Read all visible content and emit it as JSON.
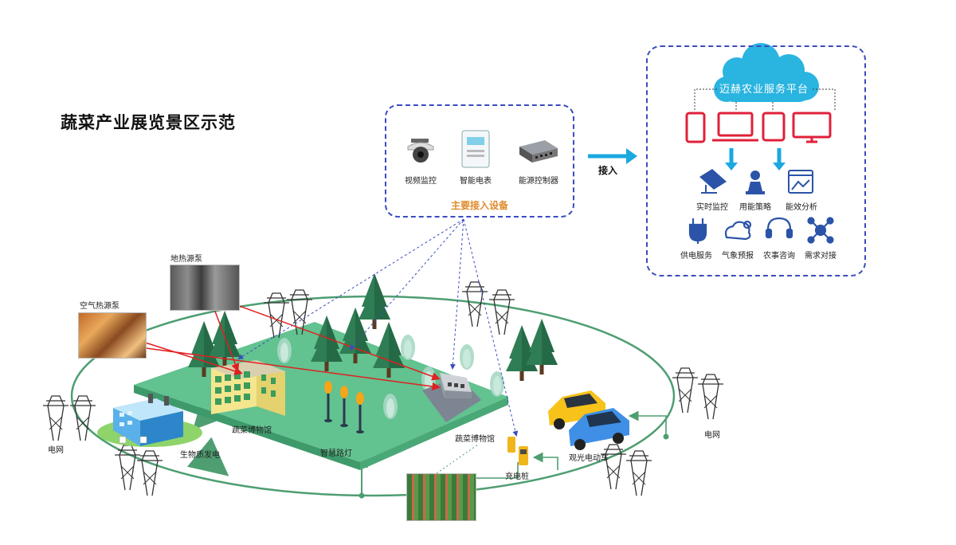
{
  "title": "蔬菜产业展览景区示范",
  "devices": {
    "caption": "主要接入设备",
    "items": [
      {
        "label": "视频监控",
        "icon": "dome-camera-icon"
      },
      {
        "label": "智能电表",
        "icon": "smart-meter-icon"
      },
      {
        "label": "能源控制器",
        "icon": "energy-controller-icon"
      }
    ]
  },
  "connect_label": "接入",
  "platform": {
    "name": "迈赫农业服务平台",
    "terminals": [
      "phone-icon",
      "laptop-icon",
      "tablet-icon",
      "monitor-icon"
    ],
    "services": [
      {
        "label": "实时监控",
        "icon": "solar-panel-icon"
      },
      {
        "label": "用能策略",
        "icon": "chess-pawn-icon"
      },
      {
        "label": "能效分析",
        "icon": "chart-window-icon"
      },
      {
        "label": "供电服务",
        "icon": "plug-icon"
      },
      {
        "label": "气象预报",
        "icon": "weather-icon"
      },
      {
        "label": "农事咨询",
        "icon": "headset-icon"
      },
      {
        "label": "需求对接",
        "icon": "network-icon"
      }
    ]
  },
  "scene_labels": {
    "geothermal": "地热源泵",
    "air_source": "空气热源泵",
    "grid_left": "电网",
    "grid_right": "电网",
    "biomass": "生物质发电",
    "museum_left": "蔬菜博物馆",
    "museum_right": "蔬菜博物馆",
    "street_lights": "智慧路灯",
    "charging": "充电桩",
    "ev": "观光电动车"
  },
  "colors": {
    "accent_blue": "#3b4cc0",
    "cloud": "#2ab4e0",
    "terminal_red": "#e0203a",
    "ground": "#5fbf8e",
    "ring": "#4e9e72",
    "link_red": "#e02020",
    "caption_orange": "#e08b2a"
  }
}
